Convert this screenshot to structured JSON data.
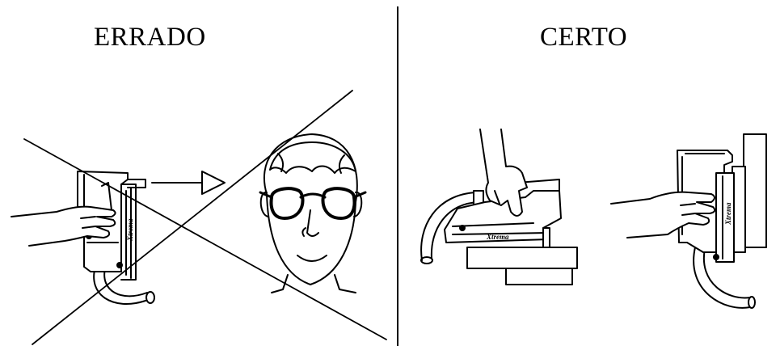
{
  "panels": {
    "wrong": {
      "heading": "ERRADO"
    },
    "right": {
      "heading": "CERTO"
    }
  },
  "tool_brand": "Xtrema"
}
